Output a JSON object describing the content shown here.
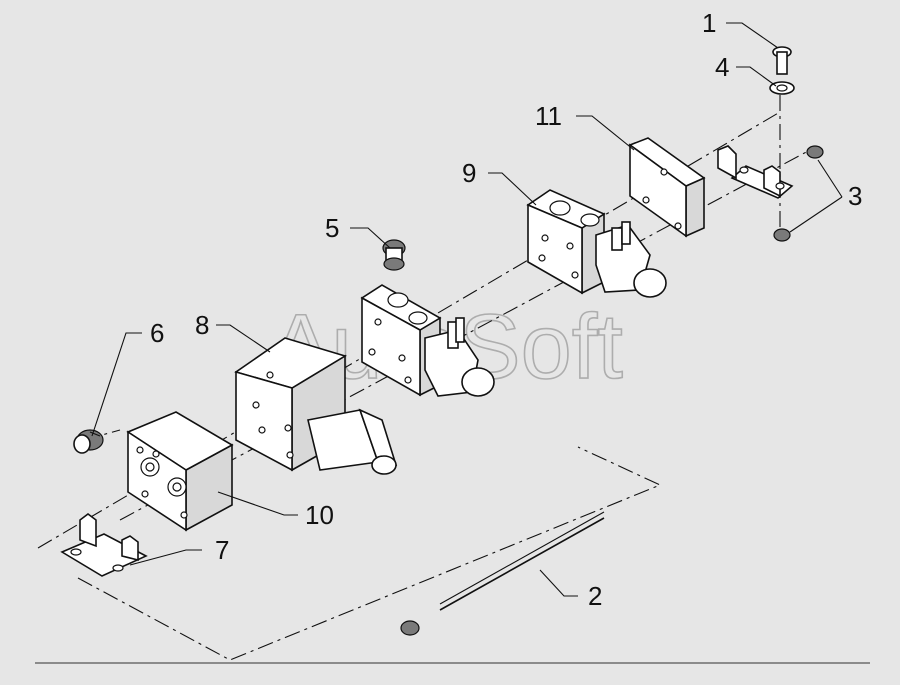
{
  "diagram": {
    "watermark": "AutoSoft",
    "callouts": [
      "1",
      "2",
      "3",
      "4",
      "5",
      "6",
      "7",
      "8",
      "9",
      "10",
      "11"
    ]
  }
}
